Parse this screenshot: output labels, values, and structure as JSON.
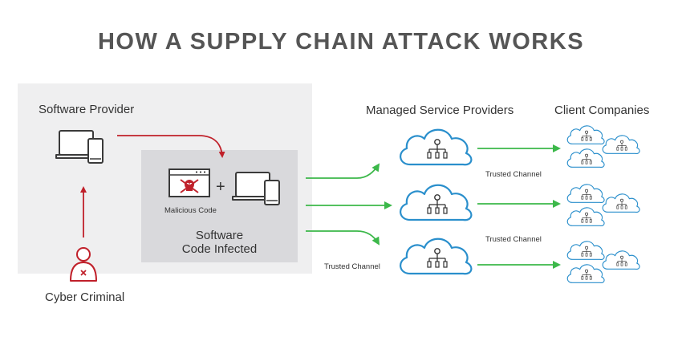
{
  "title": "HOW A SUPPLY CHAIN ATTACK WORKS",
  "labels": {
    "software_provider": "Software Provider",
    "malicious_code": "Malicious Code",
    "software_code_infected_line1": "Software",
    "software_code_infected_line2": "Code Infected",
    "cyber_criminal": "Cyber Criminal",
    "managed_service_providers": "Managed Service Providers",
    "client_companies": "Client Companies",
    "trusted_channel_1": "Trusted Channel",
    "trusted_channel_2": "Trusted Channel",
    "trusted_channel_3": "Trusted Channel",
    "plus": "+"
  },
  "colors": {
    "red": "#c0202a",
    "green": "#3cb84a",
    "cloud_stroke": "#2a8fcc",
    "panel_light": "#efeff0",
    "panel_dark": "#d9d9dc",
    "device_stroke": "#3a3a3a"
  },
  "icons": [
    "laptop-phone-icon",
    "malware-window-icon",
    "cyber-criminal-icon",
    "cloud-org-icon"
  ]
}
